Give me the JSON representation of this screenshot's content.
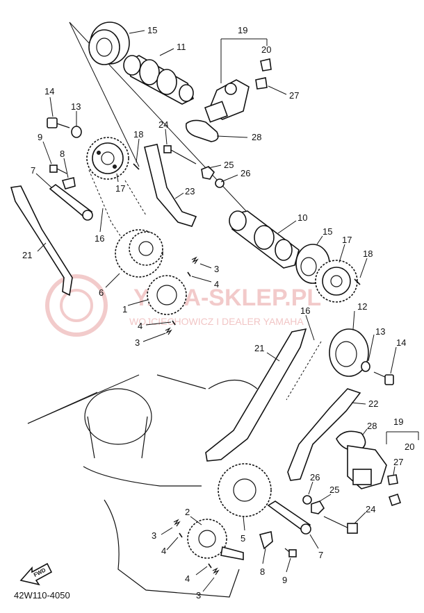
{
  "callouts": [
    {
      "id": "c15a",
      "text": "15"
    },
    {
      "id": "c11",
      "text": "11"
    },
    {
      "id": "c19a",
      "text": "19"
    },
    {
      "id": "c20a",
      "text": "20"
    },
    {
      "id": "c27a",
      "text": "27"
    },
    {
      "id": "c28a",
      "text": "28"
    },
    {
      "id": "c14a",
      "text": "14"
    },
    {
      "id": "c13a",
      "text": "13"
    },
    {
      "id": "c9a",
      "text": "9"
    },
    {
      "id": "c8a",
      "text": "8"
    },
    {
      "id": "c7a",
      "text": "7"
    },
    {
      "id": "c18a",
      "text": "18"
    },
    {
      "id": "c24a",
      "text": "24"
    },
    {
      "id": "c25a",
      "text": "25"
    },
    {
      "id": "c26a",
      "text": "26"
    },
    {
      "id": "c17a",
      "text": "17"
    },
    {
      "id": "c23",
      "text": "23"
    },
    {
      "id": "c16a",
      "text": "16"
    },
    {
      "id": "c21a",
      "text": "21"
    },
    {
      "id": "c6",
      "text": "6"
    },
    {
      "id": "c3a",
      "text": "3"
    },
    {
      "id": "c4a",
      "text": "4"
    },
    {
      "id": "c1",
      "text": "1"
    },
    {
      "id": "c4b",
      "text": "4"
    },
    {
      "id": "c3b",
      "text": "3"
    },
    {
      "id": "c10",
      "text": "10"
    },
    {
      "id": "c15b",
      "text": "15"
    },
    {
      "id": "c17b",
      "text": "17"
    },
    {
      "id": "c18b",
      "text": "18"
    },
    {
      "id": "c16b",
      "text": "16"
    },
    {
      "id": "c12",
      "text": "12"
    },
    {
      "id": "c13b",
      "text": "13"
    },
    {
      "id": "c14b",
      "text": "14"
    },
    {
      "id": "c21b",
      "text": "21"
    },
    {
      "id": "c22",
      "text": "22"
    },
    {
      "id": "c19b",
      "text": "19"
    },
    {
      "id": "c28b",
      "text": "28"
    },
    {
      "id": "c20b",
      "text": "20"
    },
    {
      "id": "c27b",
      "text": "27"
    },
    {
      "id": "c26b",
      "text": "26"
    },
    {
      "id": "c25b",
      "text": "25"
    },
    {
      "id": "c24b",
      "text": "24"
    },
    {
      "id": "c2",
      "text": "2"
    },
    {
      "id": "c3c",
      "text": "3"
    },
    {
      "id": "c4c",
      "text": "4"
    },
    {
      "id": "c5",
      "text": "5"
    },
    {
      "id": "c7b",
      "text": "7"
    },
    {
      "id": "c8b",
      "text": "8"
    },
    {
      "id": "c9b",
      "text": "9"
    },
    {
      "id": "c4d",
      "text": "4"
    },
    {
      "id": "c3d",
      "text": "3"
    }
  ],
  "fwd_label": "FWD",
  "diagram_code": "42W110-4050",
  "watermark": {
    "name": "YAMA-SKLEP.PL",
    "subtitle": "WOJCIECHOWICZ I DEALER YAMAHA",
    "color": "#e8a0a0"
  }
}
